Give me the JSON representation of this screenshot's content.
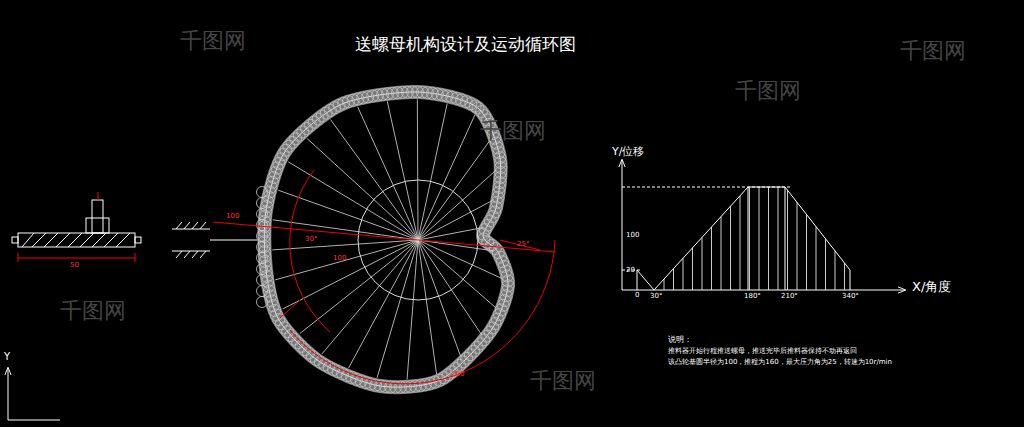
{
  "diagram": {
    "title": "送螺母机构设计及运动循环图",
    "labels": [
      "Y/位移",
      "X/角度",
      "100",
      "20",
      "0",
      "30°",
      "180°",
      "210°",
      "340°",
      "说明：",
      "推料器开始行程推送螺母，推送完毕后推料器保持不动再返回",
      "该凸轮基圆半径为100，推程为160，最大压力角为25，转速为10r/min",
      "100",
      "30°",
      "100",
      "25°",
      "160",
      "50",
      "Y",
      "千图网",
      "千图网",
      "千图网",
      "千图网",
      "千图网",
      "千图网"
    ]
  }
}
